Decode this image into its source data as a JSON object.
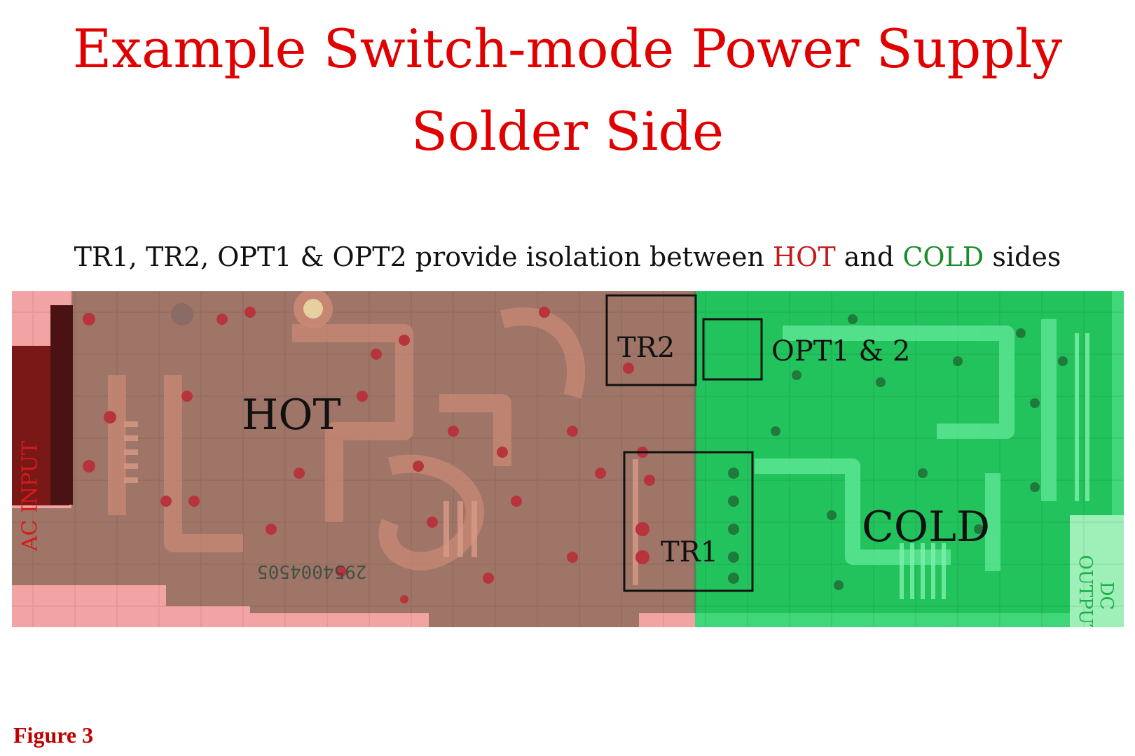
{
  "title": {
    "line1": "Example Switch-mode Power Supply",
    "line2": "Solder Side"
  },
  "subtitle": {
    "prefix": "TR1, TR2, OPT1 & OPT2 provide isolation between",
    "hot": "HOT",
    "middle": "and",
    "cold": "COLD",
    "suffix": "sides"
  },
  "board": {
    "hot_label": "HOT",
    "cold_label": "COLD",
    "tr1_label": "TR1",
    "tr2_label": "TR2",
    "opt_label": "OPT1 & 2",
    "ac_input_label": "AC INPUT",
    "dc_output_label": "DC OUTPUT",
    "pcb_marking": "2954004505"
  },
  "colors": {
    "title": "#e00000",
    "hot": "#c41a1a",
    "cold": "#1a8c2a",
    "hot_zone": "#f2a4a4",
    "cold_zone": "#3fd77a"
  },
  "figure_caption": "Figure 3"
}
